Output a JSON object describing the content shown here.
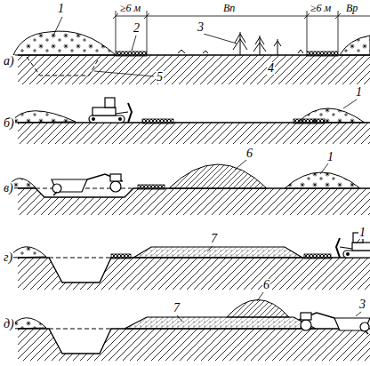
{
  "diagram": {
    "labels": [
      "1",
      "≥6 м",
      "Вп",
      "≥6 м",
      "Вр",
      "2",
      "3",
      "а)",
      "4",
      "5",
      "б)",
      "1",
      "в)",
      "6",
      "1",
      "г)",
      "7",
      "1",
      "д)",
      "7",
      "6",
      "3"
    ]
  }
}
